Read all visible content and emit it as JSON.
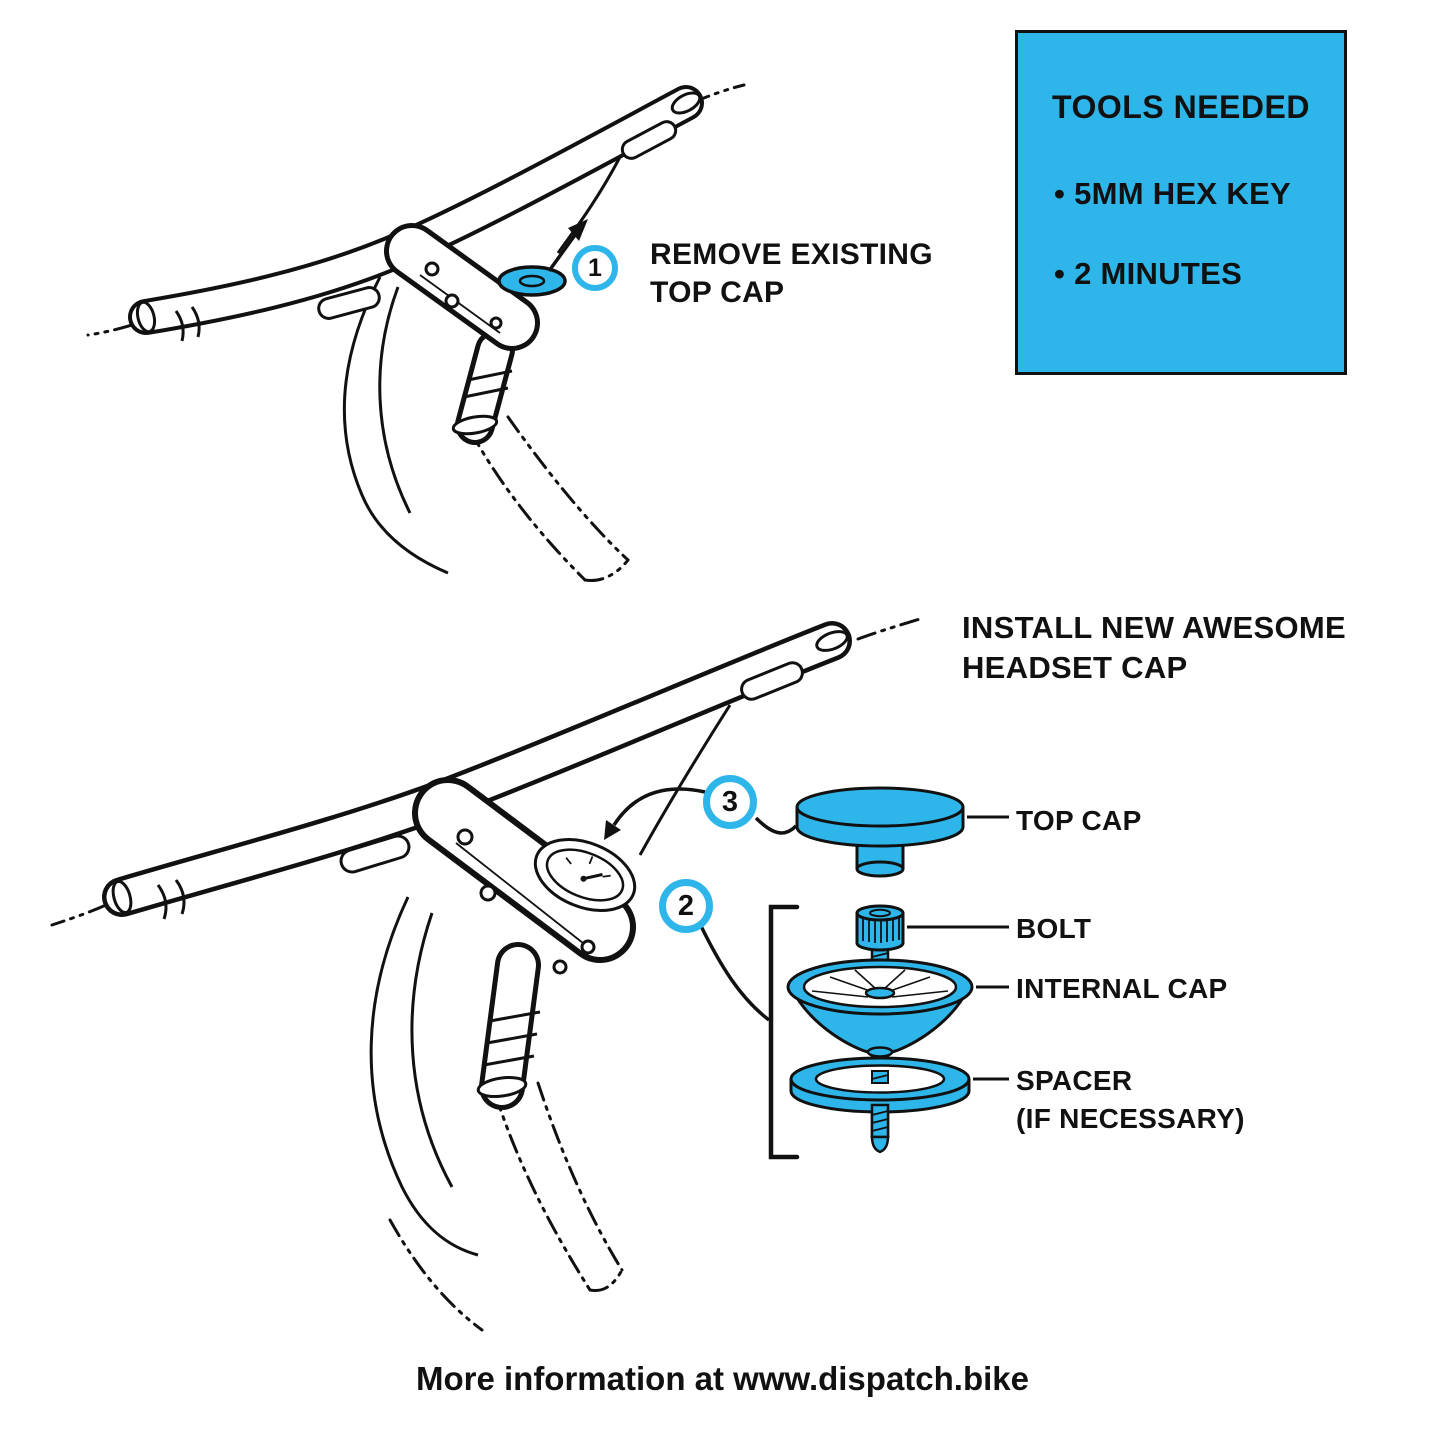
{
  "colors": {
    "accent": "#2eb6ea"
  },
  "steps": {
    "one": {
      "number": "1",
      "label_line1": "REMOVE EXISTING",
      "label_line2": "TOP CAP"
    },
    "two": {
      "number": "2"
    },
    "three": {
      "number": "3",
      "label_line1": "INSTALL NEW AWESOME",
      "label_line2": "HEADSET CAP"
    }
  },
  "tools_box": {
    "title": "TOOLS NEEDED",
    "items": [
      "• 5MM HEX KEY",
      "• 2 MINUTES"
    ]
  },
  "parts": {
    "top_cap": "TOP CAP",
    "bolt": "BOLT",
    "internal_cap": "INTERNAL CAP",
    "spacer_line1": "SPACER",
    "spacer_line2": "(IF NECESSARY)"
  },
  "footer": {
    "text": "More information at www.dispatch.bike"
  }
}
